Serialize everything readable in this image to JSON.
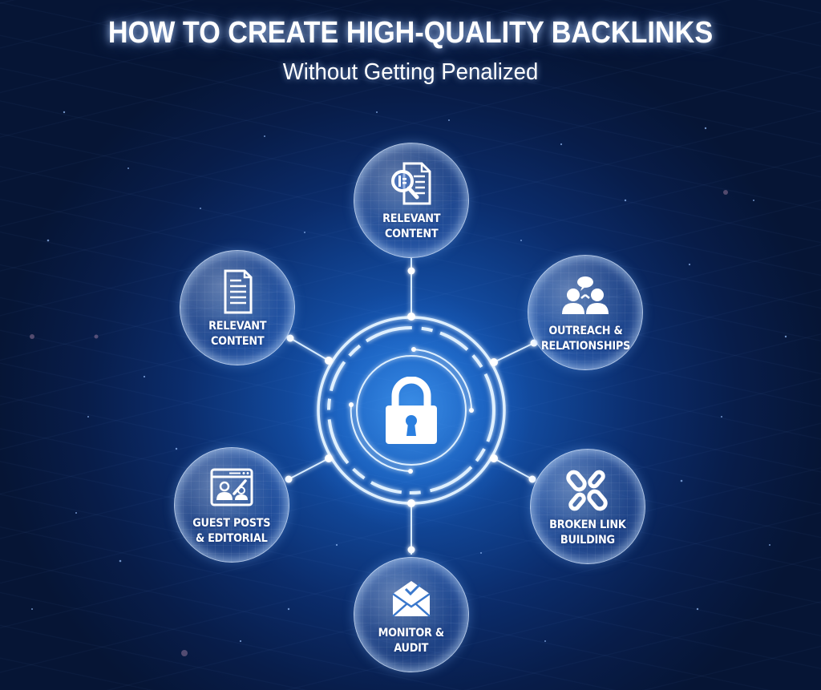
{
  "header": {
    "title": "HOW TO CREATE HIGH-QUALITY BACKLINKS",
    "subtitle": "Without Getting Penalized"
  },
  "center": {
    "icon": "padlock-icon",
    "meaning": "security / safe link building"
  },
  "nodes": [
    {
      "id": "top",
      "label_line1": "RELEVANT",
      "label_line2": "CONTENT",
      "icon": "document-magnifier-icon"
    },
    {
      "id": "upper-left",
      "label_line1": "RELEVANT",
      "label_line2": "CONTENT",
      "icon": "document-icon"
    },
    {
      "id": "upper-right",
      "label_line1": "OUTREACH &",
      "label_line2": "RELATIONSHIPS",
      "icon": "people-chat-icon"
    },
    {
      "id": "lower-left",
      "label_line1": "GUEST POSTS",
      "label_line2": "& EDITORIAL",
      "icon": "browser-author-icon"
    },
    {
      "id": "lower-right",
      "label_line1": "BROKEN LINK",
      "label_line2": "BUILDING",
      "icon": "broken-chain-icon"
    },
    {
      "id": "bottom",
      "label_line1": "MONITOR &",
      "label_line2": "AUDIT",
      "icon": "envelope-check-icon"
    }
  ],
  "colors": {
    "background_dark": "#061535",
    "background_glow": "#1a63c9",
    "line_glow": "#cfe6ff",
    "text": "#ffffff"
  }
}
